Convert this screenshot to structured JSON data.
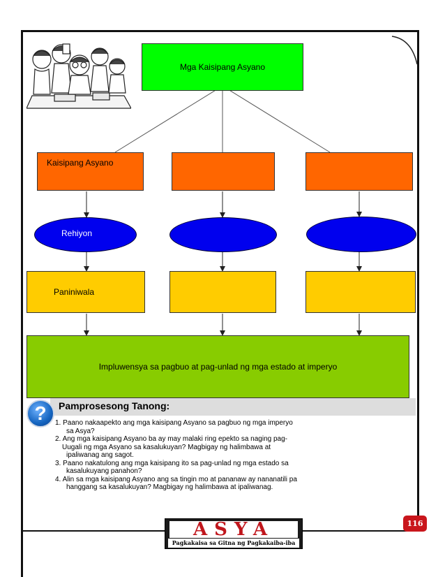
{
  "diagram": {
    "title": "Mga Kaisipang Asyano",
    "branches": [
      {
        "top_label": "Kaisipang Asyano",
        "ellipse_label": "Rehiyon",
        "yellow_label": "Paniniwala"
      },
      {
        "top_label": "",
        "ellipse_label": "",
        "yellow_label": ""
      },
      {
        "top_label": "",
        "ellipse_label": "",
        "yellow_label": ""
      }
    ],
    "bottom_label": "Impluwensya sa pagbuo at pag-unlad ng mga estado at imperyo"
  },
  "questions_section": {
    "icon": "question-icon",
    "icon_glyph": "?",
    "title": "Pamprosesong Tanong:",
    "items": [
      {
        "line1": "1. Paano nakaapekto ang mga kaisipang Asyano sa pagbuo ng mga imperyo",
        "line2": "sa Asya?",
        "line3": ""
      },
      {
        "line1": "2. Ang mga kaisipang Asyano ba ay may malaki ring epekto sa naging pag-",
        "line2": "Uugali ng mga Asyano sa kasalukuyan? Magbigay ng halimbawa at",
        "line3": "ipaliwanag ang  sagot."
      },
      {
        "line1": "3. Paano nakatulong ang mga kaisipang ito sa pag-unlad ng mga estado sa",
        "line2": "kasalukuyang panahon?",
        "line3": ""
      },
      {
        "line1": "4. Alin sa mga kaisipang Asyano ang sa tingin mo at pananaw ay nananatili pa",
        "line2": "hanggang sa kasalukuyan? Magbigay ng halimbawa at ipaliwanag.",
        "line3": ""
      }
    ]
  },
  "footer": {
    "banner_word": "ASYA",
    "banner_subtitle": "Pagkakaisa sa Gitna ng Pagkakaiba-iba",
    "page_number": "116"
  },
  "colors": {
    "title_box": "#00ff00",
    "orange_boxes": "#ff6600",
    "ellipses": "#0000ee",
    "yellow_boxes": "#ffcc00",
    "bottom_box": "#88cc00",
    "banner_text": "#c0161c",
    "page_badge": "#c9161c"
  }
}
